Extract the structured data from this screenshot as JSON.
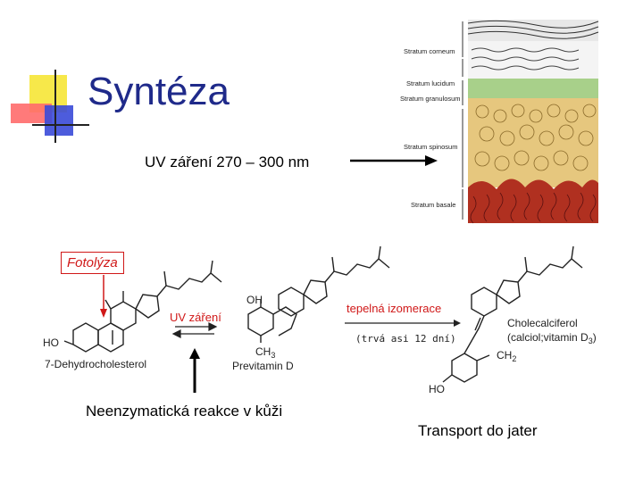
{
  "title": "Syntéza",
  "uv_label": "UV záření 270 – 300 nm",
  "fotolyza": "Fotolýza",
  "neenzymaticka": "Neenzymatická reakce v kůži",
  "transport": "Transport do jater",
  "skin_layers": [
    "Stratum corneum",
    "Stratum lucidum",
    "Stratum granulosum",
    "Stratum spinosum",
    "Stratum basale"
  ],
  "chem": {
    "uv_zareni": "UV záření",
    "tepelna": "tepelná izomerace",
    "trva": "(trvá asi 12 dní)",
    "dehydro": "7-Dehydrocholesterol",
    "previtamin": "Previtamin D",
    "ch3": "CH",
    "ch3_sub": "3",
    "oh_upper": "OH",
    "ho_left": "HO",
    "ho_right": "HO",
    "chol1": "Cholecalciferol",
    "chol2": "(calciol;vitamin D",
    "chol2_sub": "3",
    "chol2_end": ")",
    "ch2": "CH",
    "ch2_sub": "2"
  },
  "colors": {
    "title": "#1f2a8a",
    "accent_red": "#d01818",
    "basale": "#b03020",
    "granulosum": "#6aa040"
  }
}
